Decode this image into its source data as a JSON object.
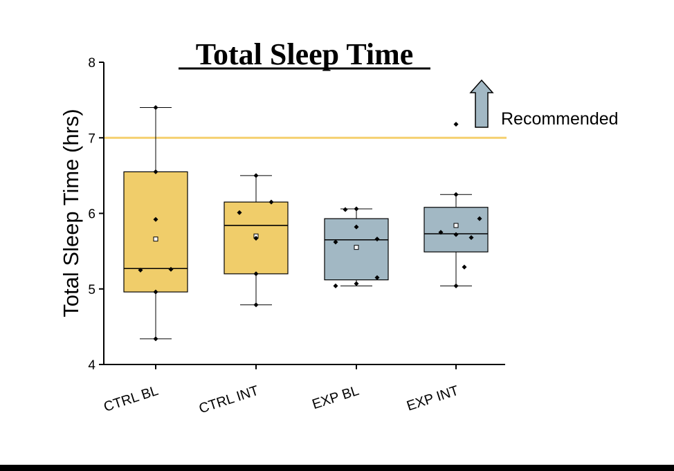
{
  "chart_data": {
    "type": "box",
    "title": "Total Sleep Time",
    "xlabel": "",
    "ylabel": "Total Sleep Time (hrs)",
    "ylim": [
      4,
      8
    ],
    "yticks": [
      4,
      5,
      6,
      7,
      8
    ],
    "categories": [
      "CTRL BL",
      "CTRL INT",
      "EXP BL",
      "EXP INT"
    ],
    "boxes": [
      {
        "category": "CTRL BL",
        "color": "#f0cd6a",
        "min": 4.34,
        "q1": 4.96,
        "median": 5.27,
        "q3": 6.55,
        "max": 7.4,
        "mean": 5.66,
        "points": [
          7.4,
          6.55,
          5.92,
          5.25,
          5.26,
          4.96,
          4.34
        ],
        "outliers": []
      },
      {
        "category": "CTRL INT",
        "color": "#f0cd6a",
        "min": 4.79,
        "q1": 5.2,
        "median": 5.84,
        "q3": 6.15,
        "max": 6.5,
        "mean": 5.7,
        "points": [
          6.5,
          6.15,
          6.01,
          5.67,
          5.2,
          4.79
        ],
        "outliers": []
      },
      {
        "category": "EXP BL",
        "color": "#a2b8c4",
        "min": 5.04,
        "q1": 5.12,
        "median": 5.65,
        "q3": 5.93,
        "max": 6.06,
        "mean": 5.55,
        "points": [
          6.06,
          6.05,
          5.82,
          5.66,
          5.62,
          5.15,
          5.07,
          5.04
        ],
        "outliers": []
      },
      {
        "category": "EXP INT",
        "color": "#a2b8c4",
        "min": 5.04,
        "q1": 5.49,
        "median": 5.73,
        "q3": 6.08,
        "max": 6.25,
        "mean": 5.84,
        "points": [
          6.25,
          5.93,
          5.75,
          5.72,
          5.68,
          5.29,
          5.04
        ],
        "outliers": [
          7.18
        ]
      }
    ],
    "reference_line": {
      "value": 7,
      "color": "#f5d06e"
    },
    "annotation": {
      "text": "Recommended",
      "arrow_color": "#a2b8c4"
    },
    "grid": false,
    "legend": "none"
  }
}
